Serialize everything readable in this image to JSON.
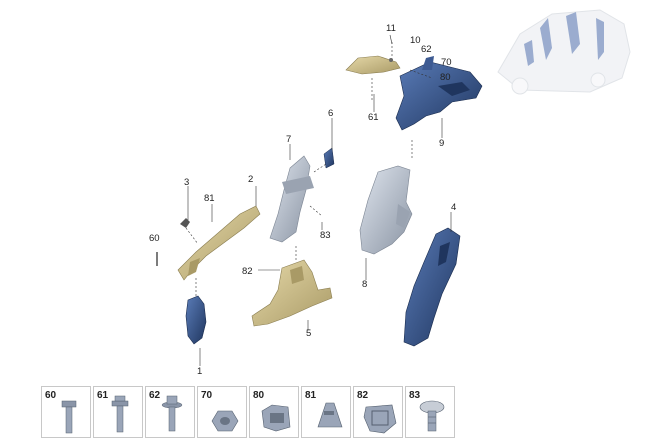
{
  "callouts": {
    "c1": "1",
    "c2": "2",
    "c3": "3",
    "c4": "4",
    "c5": "5",
    "c6": "6",
    "c7": "7",
    "c8": "8",
    "c9": "9",
    "c10": "10",
    "c11": "11",
    "c60": "60",
    "c61": "61",
    "c62": "62",
    "c70": "70",
    "c80": "80",
    "c81": "81",
    "c82": "82",
    "c83": "83"
  },
  "hardware_thumbnails": [
    {
      "label": "60",
      "icon": "bolt-icon"
    },
    {
      "label": "61",
      "icon": "flange-bolt-icon"
    },
    {
      "label": "62",
      "icon": "bolt-washer-icon"
    },
    {
      "label": "70",
      "icon": "nut-icon"
    },
    {
      "label": "80",
      "icon": "spring-clip-icon"
    },
    {
      "label": "81",
      "icon": "clip-icon"
    },
    {
      "label": "82",
      "icon": "retainer-clip-icon"
    },
    {
      "label": "83",
      "icon": "push-rivet-icon"
    }
  ],
  "colors": {
    "beige_part": "#cfc08f",
    "beige_shade": "#a99a66",
    "blue_part": "#2f4f86",
    "blue_shade": "#1f355e",
    "grey_part": "#b8c0cc",
    "grey_shade": "#8a94a3",
    "thumbnail_border": "#c8c8c8"
  }
}
